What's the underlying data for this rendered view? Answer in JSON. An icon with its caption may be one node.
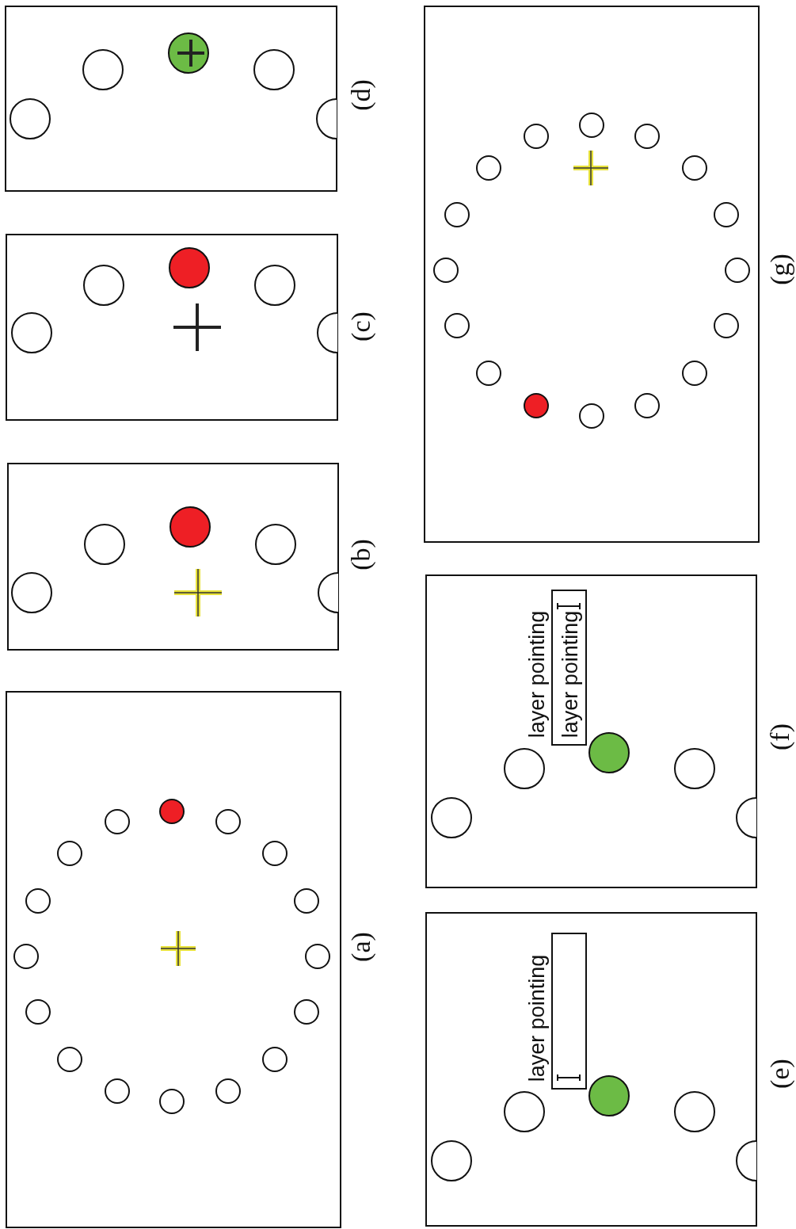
{
  "diagram": {
    "labels": [
      "(d)",
      "(c)",
      "(b)",
      "(a)",
      "layer pointing",
      "layer pointing",
      "(g)",
      "(f)",
      "layer pointing",
      "(e)"
    ]
  }
}
